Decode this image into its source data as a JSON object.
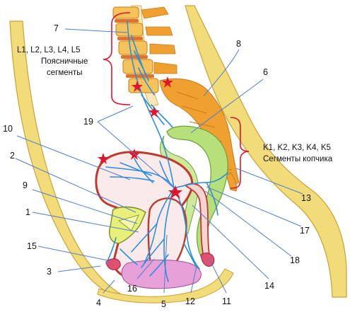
{
  "callouts": {
    "n1": "1",
    "n2": "2",
    "n3": "3",
    "n4": "4",
    "n5": "5",
    "n6": "6",
    "n7": "7",
    "n8": "8",
    "n9": "9",
    "n10": "10",
    "n11": "11",
    "n12": "12",
    "n13": "13",
    "n14": "14",
    "n15": "15",
    "n16": "16",
    "n17": "17",
    "n18": "18",
    "n19": "19"
  },
  "lumbar": {
    "codes": "L1, L2, L3, L4, L5",
    "line1": "Поясничные",
    "line2": "сегменты"
  },
  "coccygeal": {
    "codes": "K1, K2, K3, K4, K5",
    "title": "Сегменты копчика"
  },
  "colors": {
    "skin": "#f2dc7a",
    "skin_outline": "#c9a238",
    "bone": "#f0a030",
    "bone_light": "#f6c25a",
    "disc": "#e0742c",
    "intestine": "#b8e07a",
    "intestine_dark": "#6ea03a",
    "organ_wall": "#c0392b",
    "organ_fill": "#fbeaea",
    "nerve": "#2a8fe0",
    "callout_line": "#4f7fd0",
    "marker": "#e0142c",
    "bracket": "#e0142c",
    "perineum": "#e7a0d8"
  }
}
